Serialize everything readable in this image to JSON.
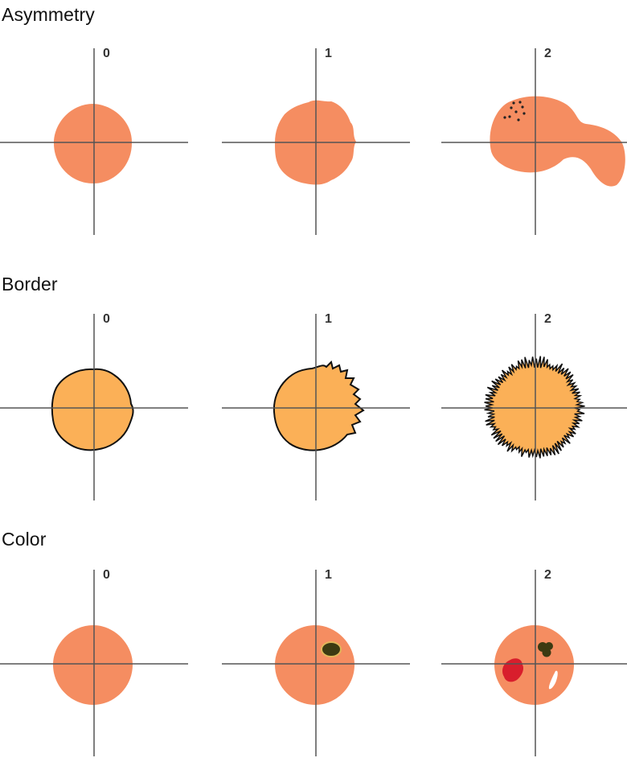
{
  "sections": {
    "asymmetry": {
      "title": "Asymmetry",
      "levels": [
        "0",
        "1",
        "2"
      ]
    },
    "border": {
      "title": "Border",
      "levels": [
        "0",
        "1",
        "2"
      ]
    },
    "color": {
      "title": "Color",
      "levels": [
        "0",
        "1",
        "2"
      ]
    }
  },
  "colors": {
    "lesion_salmon": "#f58d61",
    "lesion_orange": "#fbb057",
    "dark_spot": "#3c3a12",
    "red_spot": "#d81e2c",
    "white_spot": "#ffffff",
    "axis": "#555555",
    "outline": "#111111"
  }
}
